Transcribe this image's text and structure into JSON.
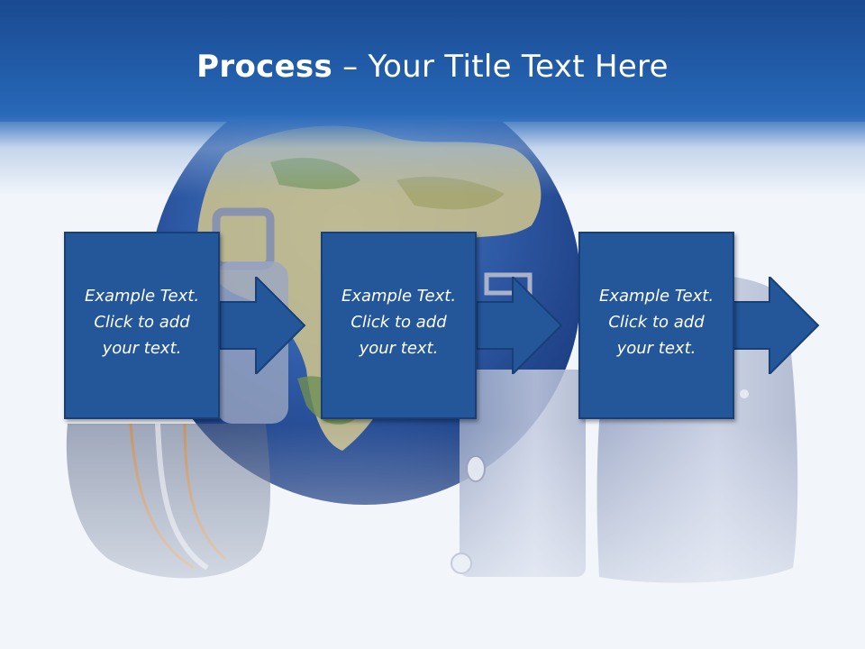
{
  "title": {
    "bold": "Process",
    "rest": " – Your Title Text Here"
  },
  "steps": [
    {
      "line1": "Example Text.",
      "line2": "Click  to add",
      "line3": "your text."
    },
    {
      "line1": "Example Text.",
      "line2": "Click  to add",
      "line3": "your text."
    },
    {
      "line1": "Example Text.",
      "line2": "Click  to add",
      "line3": "your text."
    }
  ],
  "colors": {
    "header": "#1f55a2",
    "box": "#24569a",
    "box_border": "#183f76",
    "text": "#ffffff"
  },
  "background_image": "globe-with-luggage"
}
